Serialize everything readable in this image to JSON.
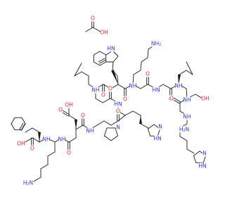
{
  "colors": {
    "bond": "#1a1a1a",
    "carbon": "#1a1a1a",
    "oxygen": "#e8262b",
    "nitrogen": "#2a3bd6",
    "background": "#ffffff"
  },
  "atom_labels": {
    "acetic_o": "O",
    "acetic_oh": "OH",
    "trp_nh": "HN",
    "lys_nh2": "NH₂",
    "amide_o": "O",
    "amide_nh": "NH",
    "amide_hn": "HN",
    "amide_n": "N",
    "ser_oh": "OH",
    "his_nh2": "H₂N",
    "his_n": "N",
    "his_hn": "HN",
    "acid_oh": "OH",
    "asp_oh": "OH",
    "lys2_nh2": "H₂N"
  }
}
